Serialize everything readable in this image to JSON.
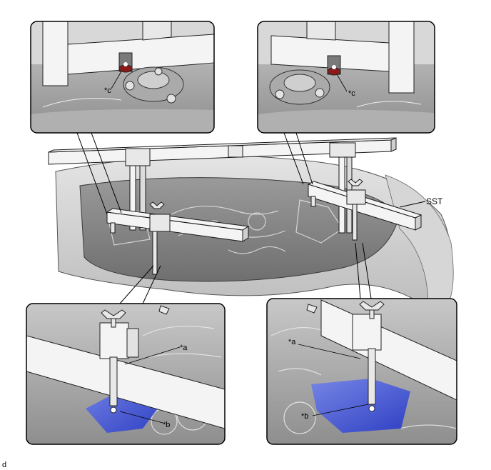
{
  "labels": {
    "c_left": "*c",
    "c_right": "*c",
    "a_left": "*a",
    "b_left": "*b",
    "a_right": "*a",
    "b_right": "*b",
    "sst": "SST",
    "figure_code": "d"
  },
  "colors": {
    "highlight_blue": "#2f46d8",
    "nut_red": "#8a1a1a",
    "outline": "#1a1a1a"
  }
}
